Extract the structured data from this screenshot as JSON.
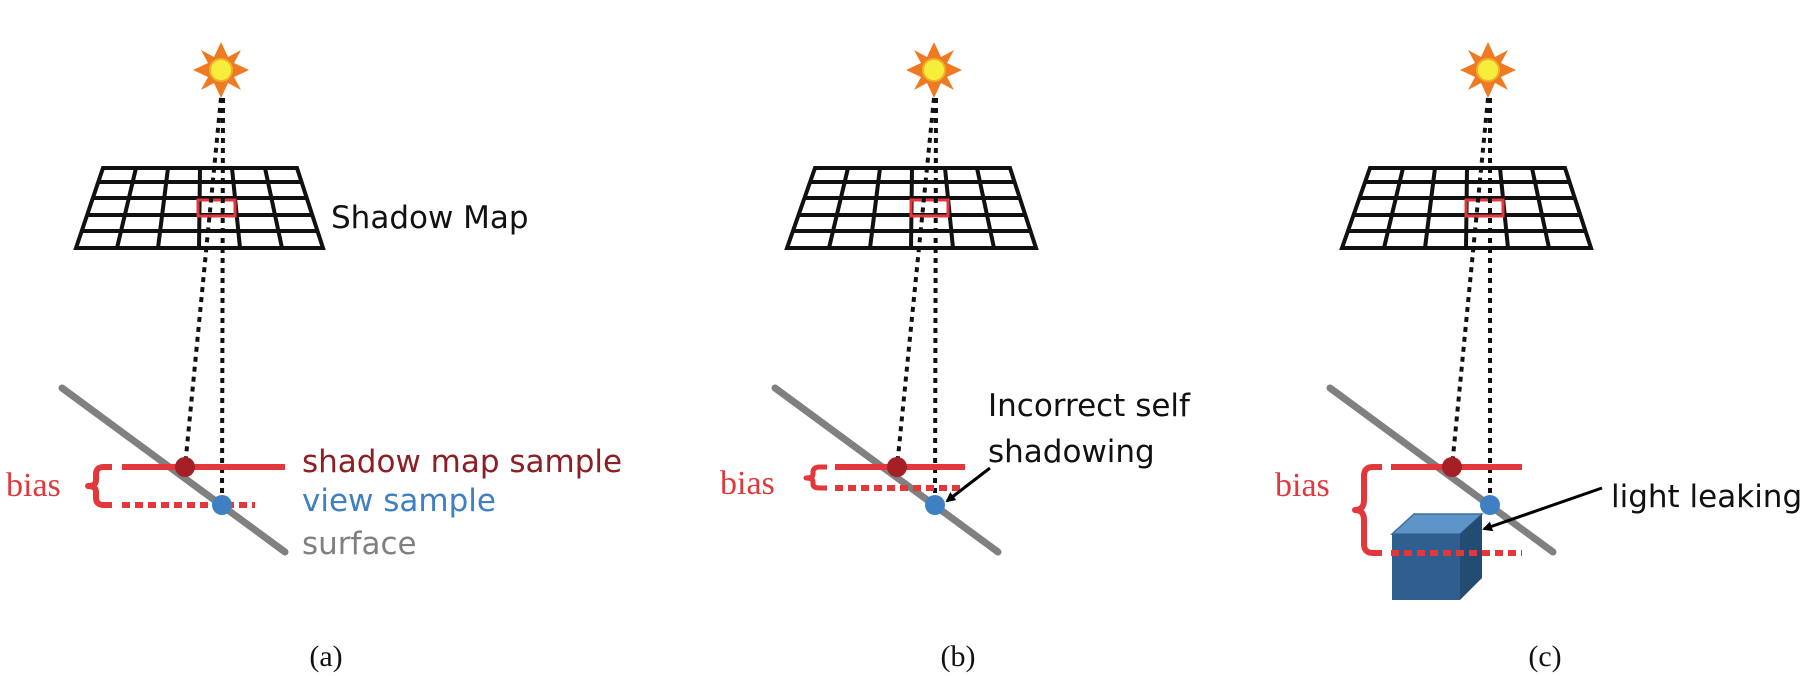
{
  "labels": {
    "shadow_map": "Shadow Map",
    "shadow_map_sample": "shadow map sample",
    "view_sample": "view sample",
    "surface": "surface",
    "bias": "bias",
    "incorrect_line1": "Incorrect self",
    "incorrect_line2": "shadowing",
    "light_leaking": "light leaking",
    "caption_a": "(a)",
    "caption_b": "(b)",
    "caption_c": "(c)"
  },
  "colors": {
    "bias_red": "#e2383c",
    "shadow_map_sample_text": "#8b1f24",
    "shadow_sample_dot": "#a51f26",
    "view_sample_blue": "#3f7fc3",
    "surface_gray": "#808080",
    "grid": "#111111",
    "sun_rays": "#ee7a22",
    "sun_core": "#f6ee3a",
    "box_front": "#2e5f8e",
    "box_top": "#5e95c8",
    "box_side": "#244c73"
  }
}
